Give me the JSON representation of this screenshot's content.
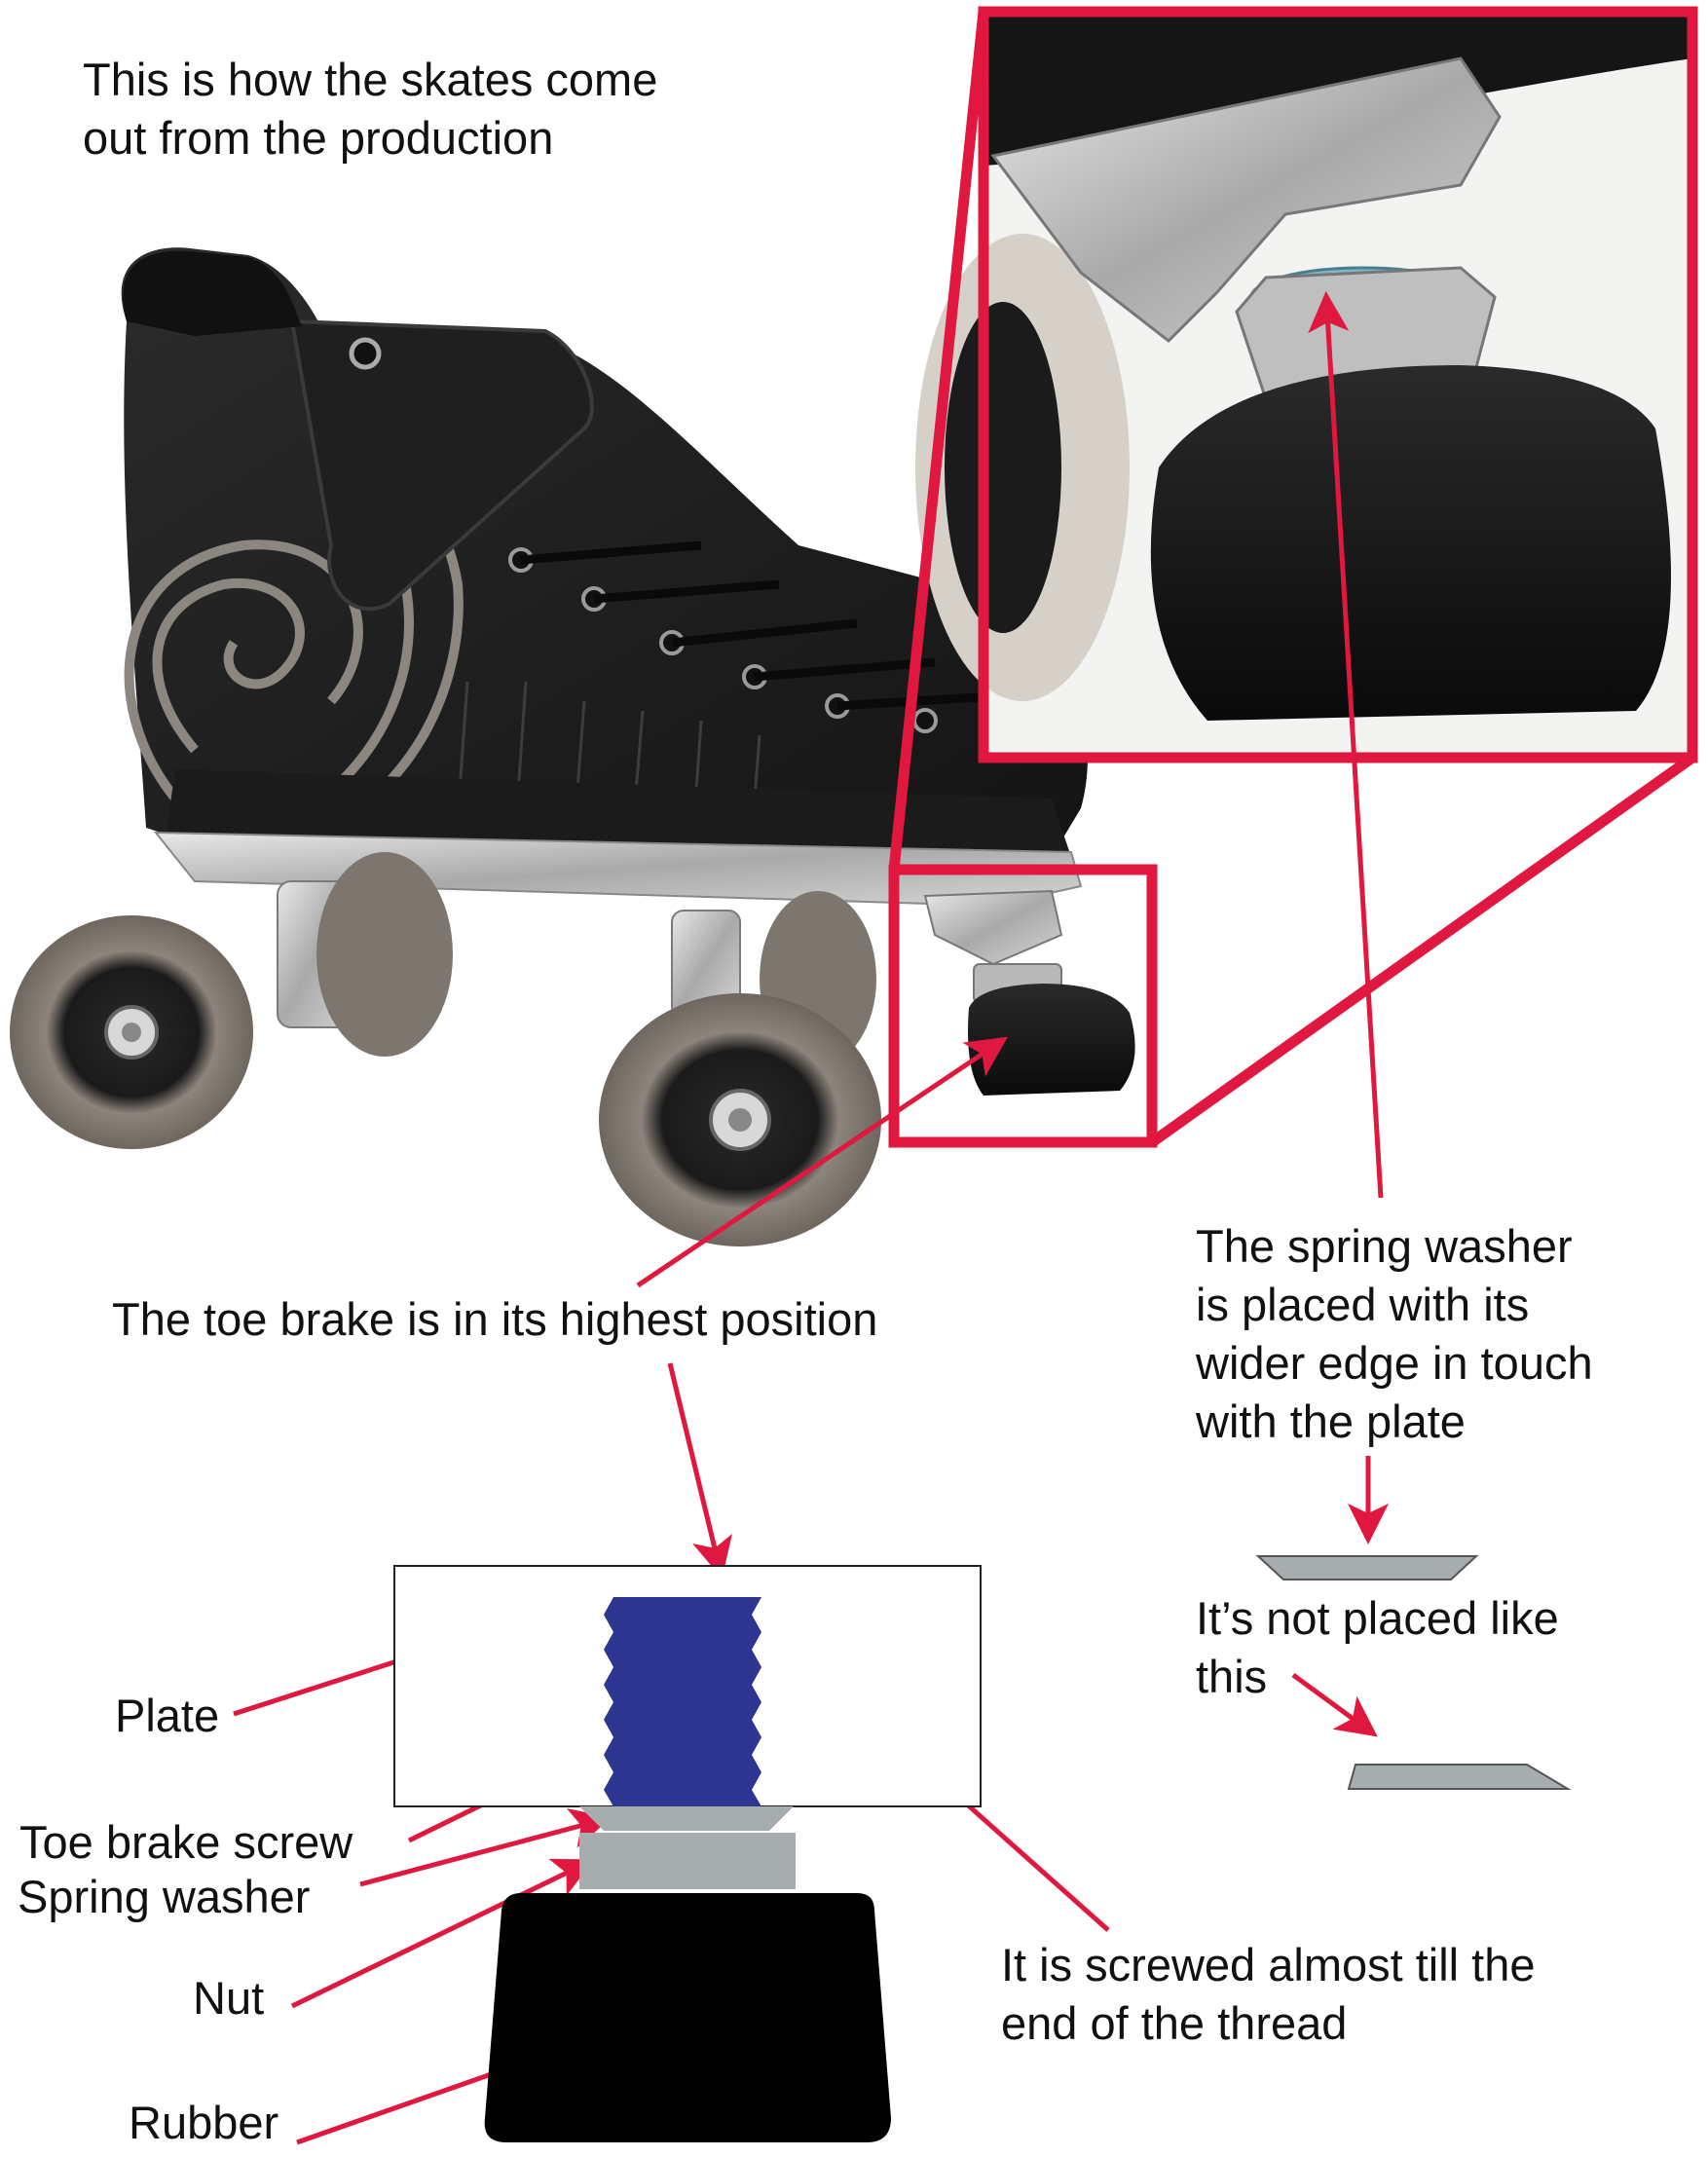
{
  "captions": {
    "intro_line1": "This is how the skates come",
    "intro_line2": "out from the production",
    "toe_brake_position": "The toe brake is in its highest position",
    "spring_washer_line1": "The spring washer",
    "spring_washer_line2": "is placed with its",
    "spring_washer_line3": "wider edge in touch",
    "spring_washer_line4": "with the plate",
    "not_placed_line1": "It’s not placed like",
    "not_placed_line2": "this",
    "screwed_line1": "It is screwed almost till the",
    "screwed_line2": "end of the thread"
  },
  "parts": {
    "plate": "Plate",
    "toe_brake_screw": "Toe brake screw",
    "spring_washer": "Spring washer",
    "nut": "Nut",
    "rubber": "Rubber"
  },
  "colors": {
    "accent_red": "#e0173f",
    "screw_blue": "#2e3590",
    "washer_gray": "#a7acaf",
    "rubber_black": "#000000"
  },
  "icons": {
    "skate": "roller-skate-photo",
    "zoom": "toe-stop-closeup-photo"
  }
}
